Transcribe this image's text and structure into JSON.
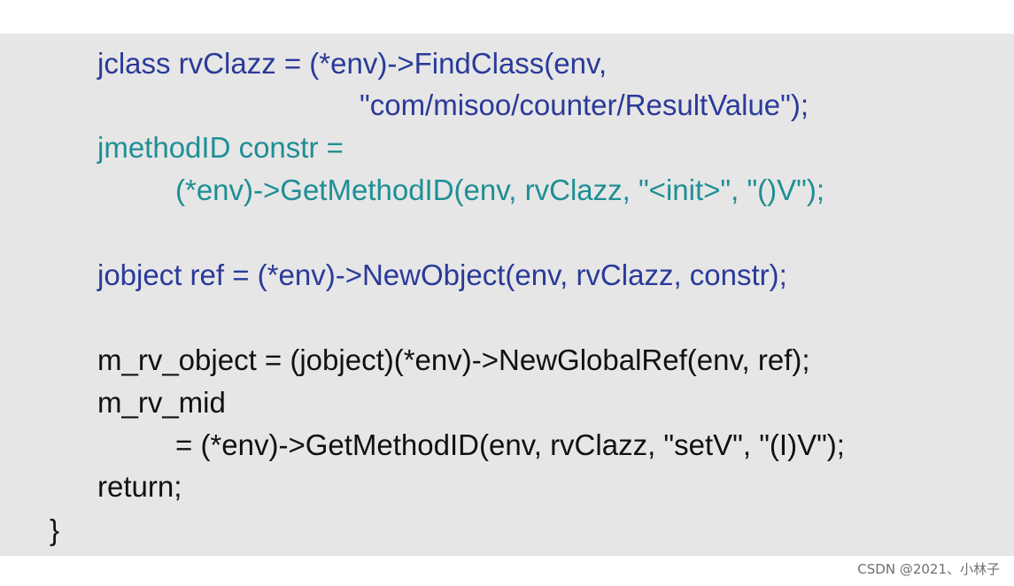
{
  "colors": {
    "slide_background": "#e6e6e6",
    "code_blue": "#2a3a9a",
    "code_teal": "#1e8f95",
    "code_black": "#111111",
    "watermark_gray": "#707070"
  },
  "code": {
    "lines": [
      {
        "text": "jclass rvClazz = (*env)->FindClass(env,",
        "color": "blue"
      },
      {
        "text": "\"com/misoo/counter/ResultValue\");",
        "color": "blue"
      },
      {
        "text": "jmethodID constr =",
        "color": "teal"
      },
      {
        "text": "(*env)->GetMethodID(env, rvClazz, \"<init>\", \"()V\");",
        "color": "teal"
      },
      {
        "text": "jobject ref = (*env)->NewObject(env, rvClazz, constr);",
        "color": "blue"
      },
      {
        "text": "m_rv_object = (jobject)(*env)->NewGlobalRef(env, ref);",
        "color": "black"
      },
      {
        "text": "m_rv_mid",
        "color": "black"
      },
      {
        "text": "= (*env)->GetMethodID(env, rvClazz, \"setV\", \"(I)V\");",
        "color": "black"
      },
      {
        "text": "return;",
        "color": "black"
      },
      {
        "text": "}",
        "color": "black"
      }
    ]
  },
  "watermark": {
    "text": "CSDN @2021、小林子"
  }
}
